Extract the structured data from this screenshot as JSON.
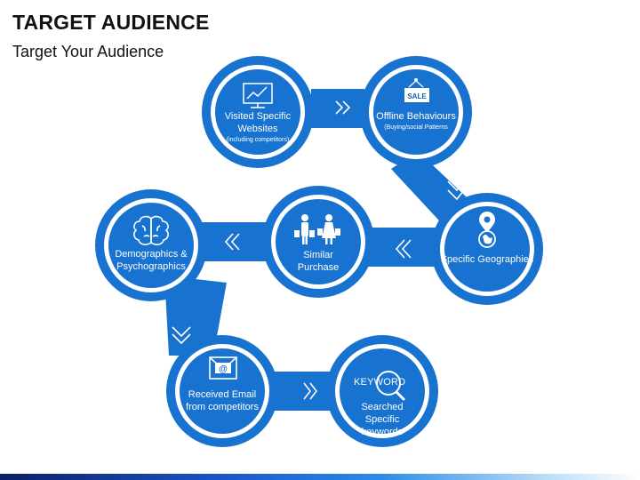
{
  "header": {
    "title": "TARGET AUDIENCE",
    "subtitle": "Target Your Audience"
  },
  "colors": {
    "blue": "#1872cf",
    "blue_dark": "#0e5eb6",
    "white": "#ffffff"
  },
  "nodes": [
    {
      "id": "visited",
      "label": "Visited Specific Websites",
      "note": "(including competitors)",
      "icon": "presentation-chart-icon"
    },
    {
      "id": "offline",
      "label": "Offline Behaviours",
      "note": "(Buying/social Patterns",
      "icon": "sale-tag-icon",
      "tag_text": "SALE"
    },
    {
      "id": "geographies",
      "label": "Specific Geographies",
      "icon": "globe-pin-icon"
    },
    {
      "id": "similar",
      "label": "Similar Purchase",
      "icon": "shoppers-icon"
    },
    {
      "id": "demographics",
      "label": "Demographics & Psychographics",
      "icon": "brain-icon"
    },
    {
      "id": "email",
      "label": "Received  Email from competitors",
      "icon": "email-icon",
      "at_symbol": "@"
    },
    {
      "id": "keywords",
      "label": "Searched Specific keywords",
      "icon": "magnifier-keyword-icon",
      "keyword_text": "KEYWORD"
    }
  ]
}
